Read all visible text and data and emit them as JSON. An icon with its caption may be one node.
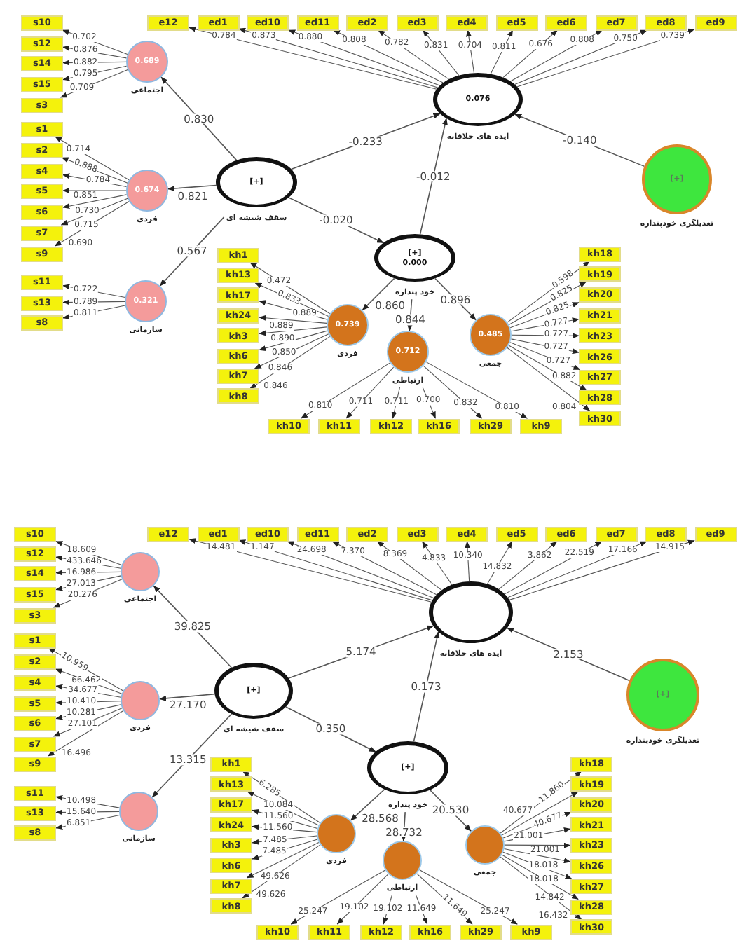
{
  "diagram": {
    "nodes": [
      {
        "text": [
          "s10"
        ]
      },
      {
        "text": [
          "s12"
        ]
      },
      {
        "text": [
          "s14"
        ]
      },
      {
        "text": [
          "s15"
        ]
      },
      {
        "text": [
          "s3"
        ]
      },
      {
        "text": [
          "0.689",
          "اجتماعی"
        ]
      },
      {
        "text": [
          "s1"
        ]
      },
      {
        "text": [
          "s2"
        ]
      },
      {
        "text": [
          "s4"
        ]
      },
      {
        "text": [
          "s5"
        ]
      },
      {
        "text": [
          "s6"
        ]
      },
      {
        "text": [
          "s7"
        ]
      },
      {
        "text": [
          "s9"
        ]
      },
      {
        "text": [
          "0.674",
          "فردی"
        ]
      },
      {
        "text": [
          "s11"
        ]
      },
      {
        "text": [
          "s13"
        ]
      },
      {
        "text": [
          "s8"
        ]
      },
      {
        "text": [
          "0.321",
          "سازمانی"
        ]
      },
      {
        "text": [
          "e12"
        ]
      },
      {
        "text": [
          "ed1"
        ]
      },
      {
        "text": [
          "ed10"
        ]
      },
      {
        "text": [
          "ed11"
        ]
      },
      {
        "text": [
          "ed2"
        ]
      },
      {
        "text": [
          "ed3"
        ]
      },
      {
        "text": [
          "ed4"
        ]
      },
      {
        "text": [
          "ed5"
        ]
      },
      {
        "text": [
          "ed6"
        ]
      },
      {
        "text": [
          "ed7"
        ]
      },
      {
        "text": [
          "ed8"
        ]
      },
      {
        "text": [
          "ed9"
        ]
      },
      {
        "text": [
          "0.076",
          "ایده های خلاقانه"
        ]
      },
      {
        "text": [
          "[+]",
          "سقف شیشه ای"
        ]
      },
      {
        "text": [
          "[+]",
          "تعدیلگری خودپنداره"
        ]
      },
      {
        "text": [
          "[+]",
          "0.000",
          "خود پنداره"
        ]
      },
      {
        "text": [
          "kh1"
        ]
      },
      {
        "text": [
          "kh13"
        ]
      },
      {
        "text": [
          "kh17"
        ]
      },
      {
        "text": [
          "kh24"
        ]
      },
      {
        "text": [
          "kh3"
        ]
      },
      {
        "text": [
          "kh6"
        ]
      },
      {
        "text": [
          "kh7"
        ]
      },
      {
        "text": [
          "kh8"
        ]
      },
      {
        "text": [
          "0.739",
          "فردی"
        ]
      },
      {
        "text": [
          "0.712",
          "ارتباطی"
        ]
      },
      {
        "text": [
          "kh10"
        ]
      },
      {
        "text": [
          "kh11"
        ]
      },
      {
        "text": [
          "kh12"
        ]
      },
      {
        "text": [
          "kh16"
        ]
      },
      {
        "text": [
          "kh29"
        ]
      },
      {
        "text": [
          "kh9"
        ]
      },
      {
        "text": [
          "0.485",
          "جمعی"
        ]
      },
      {
        "text": [
          "kh18"
        ]
      },
      {
        "text": [
          "kh19"
        ]
      },
      {
        "text": [
          "kh20"
        ]
      },
      {
        "text": [
          "kh21"
        ]
      },
      {
        "text": [
          "kh23"
        ]
      },
      {
        "text": [
          "kh26"
        ]
      },
      {
        "text": [
          "kh27"
        ]
      },
      {
        "text": [
          "kh28"
        ]
      },
      {
        "text": [
          "kh30"
        ]
      },
      {
        "text": [
          "s10"
        ]
      },
      {
        "text": [
          "s12"
        ]
      },
      {
        "text": [
          "s14"
        ]
      },
      {
        "text": [
          "s15"
        ]
      },
      {
        "text": [
          "s3"
        ]
      },
      {
        "text": [
          "اجتماعی"
        ]
      },
      {
        "text": [
          "s1"
        ]
      },
      {
        "text": [
          "s2"
        ]
      },
      {
        "text": [
          "s4"
        ]
      },
      {
        "text": [
          "s5"
        ]
      },
      {
        "text": [
          "s6"
        ]
      },
      {
        "text": [
          "s7"
        ]
      },
      {
        "text": [
          "s9"
        ]
      },
      {
        "text": [
          "فردی"
        ]
      },
      {
        "text": [
          "s11"
        ]
      },
      {
        "text": [
          "s13"
        ]
      },
      {
        "text": [
          "s8"
        ]
      },
      {
        "text": [
          "سازمانی"
        ]
      },
      {
        "text": [
          "e12"
        ]
      },
      {
        "text": [
          "ed1"
        ]
      },
      {
        "text": [
          "ed10"
        ]
      },
      {
        "text": [
          "ed11"
        ]
      },
      {
        "text": [
          "ed2"
        ]
      },
      {
        "text": [
          "ed3"
        ]
      },
      {
        "text": [
          "ed4"
        ]
      },
      {
        "text": [
          "ed5"
        ]
      },
      {
        "text": [
          "ed6"
        ]
      },
      {
        "text": [
          "ed7"
        ]
      },
      {
        "text": [
          "ed8"
        ]
      },
      {
        "text": [
          "ed9"
        ]
      },
      {
        "text": [
          "ایده های خلاقانه"
        ]
      },
      {
        "text": [
          "[+]",
          "سقف شیشه ای"
        ]
      },
      {
        "text": [
          "[+]",
          "تعدیلگری خودپنداره"
        ]
      },
      {
        "text": [
          "[+]",
          "خود پنداره"
        ]
      },
      {
        "text": [
          "kh1"
        ]
      },
      {
        "text": [
          "kh13"
        ]
      },
      {
        "text": [
          "kh17"
        ]
      },
      {
        "text": [
          "kh24"
        ]
      },
      {
        "text": [
          "kh3"
        ]
      },
      {
        "text": [
          "kh6"
        ]
      },
      {
        "text": [
          "kh7"
        ]
      },
      {
        "text": [
          "kh8"
        ]
      },
      {
        "text": [
          "فردی"
        ]
      },
      {
        "text": [
          "ارتباطی"
        ]
      },
      {
        "text": [
          "kh10"
        ]
      },
      {
        "text": [
          "kh11"
        ]
      },
      {
        "text": [
          "kh12"
        ]
      },
      {
        "text": [
          "kh16"
        ]
      },
      {
        "text": [
          "kh29"
        ]
      },
      {
        "text": [
          "kh9"
        ]
      },
      {
        "text": [
          "جمعی"
        ]
      },
      {
        "text": [
          "kh18"
        ]
      },
      {
        "text": [
          "kh19"
        ]
      },
      {
        "text": [
          "kh20"
        ]
      },
      {
        "text": [
          "kh21"
        ]
      },
      {
        "text": [
          "kh23"
        ]
      },
      {
        "text": [
          "kh26"
        ]
      },
      {
        "text": [
          "kh27"
        ]
      },
      {
        "text": [
          "kh28"
        ]
      },
      {
        "text": [
          "kh30"
        ]
      }
    ],
    "edges": [
      {
        "from": 5,
        "to": 0,
        "arrow": "to",
        "label": "0.702"
      },
      {
        "from": 5,
        "to": 1,
        "arrow": "to",
        "label": "0.876"
      },
      {
        "from": 5,
        "to": 2,
        "arrow": "to",
        "label": "0.882"
      },
      {
        "from": 5,
        "to": 3,
        "arrow": "to",
        "label": "0.795"
      },
      {
        "from": 5,
        "to": 4,
        "arrow": "to",
        "label": "0.709"
      },
      {
        "from": 13,
        "to": 6,
        "arrow": "to",
        "label": "0.714"
      },
      {
        "from": 13,
        "to": 7,
        "arrow": "to",
        "label": "0.888"
      },
      {
        "from": 13,
        "to": 8,
        "arrow": "to",
        "label": "0.784"
      },
      {
        "from": 13,
        "to": 9,
        "arrow": "to",
        "label": "0.851"
      },
      {
        "from": 13,
        "to": 10,
        "arrow": "to",
        "label": "0.730"
      },
      {
        "from": 13,
        "to": 11,
        "arrow": "to",
        "label": "0.715"
      },
      {
        "from": 13,
        "to": 12,
        "arrow": "to",
        "label": "0.690"
      },
      {
        "from": 17,
        "to": 14,
        "arrow": "to",
        "label": "0.722"
      },
      {
        "from": 17,
        "to": 15,
        "arrow": "to",
        "label": "0.789"
      },
      {
        "from": 17,
        "to": 16,
        "arrow": "to",
        "label": "0.811"
      },
      {
        "from": 30,
        "to": 18,
        "arrow": "to",
        "label": "0.784"
      },
      {
        "from": 30,
        "to": 19,
        "arrow": "to",
        "label": "0.873"
      },
      {
        "from": 30,
        "to": 20,
        "arrow": "to",
        "label": "0.880"
      },
      {
        "from": 30,
        "to": 21,
        "arrow": "to",
        "label": "0.808"
      },
      {
        "from": 30,
        "to": 22,
        "arrow": "to",
        "label": "0.782"
      },
      {
        "from": 30,
        "to": 23,
        "arrow": "to",
        "label": "0.831"
      },
      {
        "from": 30,
        "to": 24,
        "arrow": "to",
        "label": "0.704"
      },
      {
        "from": 30,
        "to": 25,
        "arrow": "to",
        "label": "0.811"
      },
      {
        "from": 30,
        "to": 26,
        "arrow": "to",
        "label": "0.676"
      },
      {
        "from": 30,
        "to": 27,
        "arrow": "to",
        "label": "0.808"
      },
      {
        "from": 30,
        "to": 28,
        "arrow": "to",
        "label": "0.750"
      },
      {
        "from": 30,
        "to": 29,
        "arrow": "to",
        "label": "0.739"
      },
      {
        "from": 42,
        "to": 34,
        "arrow": "to",
        "label": "0.472"
      },
      {
        "from": 42,
        "to": 35,
        "arrow": "to",
        "label": "0.833"
      },
      {
        "from": 42,
        "to": 36,
        "arrow": "to",
        "label": "0.889"
      },
      {
        "from": 42,
        "to": 37,
        "arrow": "to",
        "label": "0.889"
      },
      {
        "from": 42,
        "to": 38,
        "arrow": "to",
        "label": "0.890"
      },
      {
        "from": 42,
        "to": 39,
        "arrow": "to",
        "label": "0.850"
      },
      {
        "from": 42,
        "to": 40,
        "arrow": "to",
        "label": "0.846"
      },
      {
        "from": 42,
        "to": 41,
        "arrow": "to",
        "label": "0.846"
      },
      {
        "from": 43,
        "to": 44,
        "arrow": "to",
        "label": "0.810"
      },
      {
        "from": 43,
        "to": 45,
        "arrow": "to",
        "label": "0.711"
      },
      {
        "from": 43,
        "to": 46,
        "arrow": "to",
        "label": "0.711"
      },
      {
        "from": 43,
        "to": 47,
        "arrow": "to",
        "label": "0.700"
      },
      {
        "from": 43,
        "to": 48,
        "arrow": "to",
        "label": "0.832"
      },
      {
        "from": 43,
        "to": 49,
        "arrow": "to",
        "label": "0.810"
      },
      {
        "from": 50,
        "to": 51,
        "arrow": "to",
        "label": "0.598"
      },
      {
        "from": 50,
        "to": 52,
        "arrow": "to",
        "label": "0.825"
      },
      {
        "from": 50,
        "to": 53,
        "arrow": "to",
        "label": "0.825"
      },
      {
        "from": 50,
        "to": 54,
        "arrow": "to",
        "label": "0.727"
      },
      {
        "from": 50,
        "to": 55,
        "arrow": "to",
        "label": "0.727"
      },
      {
        "from": 50,
        "to": 56,
        "arrow": "to",
        "label": "0.727"
      },
      {
        "from": 50,
        "to": 57,
        "arrow": "to",
        "label": "0.727"
      },
      {
        "from": 50,
        "to": 58,
        "arrow": "to",
        "label": "0.882"
      },
      {
        "from": 50,
        "to": 59,
        "arrow": "to",
        "label": "0.804"
      },
      {
        "from": 31,
        "to": 5,
        "arrow": "to",
        "label": "0.830"
      },
      {
        "from": 31,
        "to": 13,
        "arrow": "to",
        "label": "0.821"
      },
      {
        "from": 31,
        "to": 17,
        "arrow": "to",
        "label": "0.567"
      },
      {
        "from": 31,
        "to": 30,
        "arrow": "to",
        "label": "-0.233"
      },
      {
        "from": 31,
        "to": 33,
        "arrow": "to",
        "label": "-0.020"
      },
      {
        "from": 33,
        "to": 30,
        "arrow": "to",
        "label": "-0.012"
      },
      {
        "from": 32,
        "to": 30,
        "arrow": "to",
        "label": "-0.140"
      },
      {
        "from": 33,
        "to": 42,
        "arrow": "to",
        "label": "0.860"
      },
      {
        "from": 33,
        "to": 43,
        "arrow": "to",
        "label": "0.844"
      },
      {
        "from": 33,
        "to": 50,
        "arrow": "to",
        "label": "0.896"
      },
      {
        "from": 65,
        "to": 60,
        "arrow": "to",
        "label": "18.609"
      },
      {
        "from": 65,
        "to": 61,
        "arrow": "to",
        "label": "433.646"
      },
      {
        "from": 65,
        "to": 62,
        "arrow": "to",
        "label": "16.986"
      },
      {
        "from": 65,
        "to": 63,
        "arrow": "to",
        "label": "27.013"
      },
      {
        "from": 65,
        "to": 64,
        "arrow": "to",
        "label": "20.276"
      },
      {
        "from": 73,
        "to": 66,
        "arrow": "to",
        "label": "10.959"
      },
      {
        "from": 73,
        "to": 67,
        "arrow": "to",
        "label": "66.462"
      },
      {
        "from": 73,
        "to": 68,
        "arrow": "to",
        "label": "34.677"
      },
      {
        "from": 73,
        "to": 69,
        "arrow": "to",
        "label": "10.410"
      },
      {
        "from": 73,
        "to": 70,
        "arrow": "to",
        "label": "10.281"
      },
      {
        "from": 73,
        "to": 71,
        "arrow": "to",
        "label": "27.101"
      },
      {
        "from": 73,
        "to": 72,
        "arrow": "to",
        "label": "16.496"
      },
      {
        "from": 77,
        "to": 74,
        "arrow": "to",
        "label": "10.498"
      },
      {
        "from": 77,
        "to": 75,
        "arrow": "to",
        "label": "15.640"
      },
      {
        "from": 77,
        "to": 76,
        "arrow": "to",
        "label": "6.851"
      },
      {
        "from": 90,
        "to": 78,
        "arrow": "to",
        "label": "14.481"
      },
      {
        "from": 90,
        "to": 79,
        "arrow": "to",
        "label": "1.147"
      },
      {
        "from": 90,
        "to": 80,
        "arrow": "to",
        "label": "24.698"
      },
      {
        "from": 90,
        "to": 81,
        "arrow": "to",
        "label": "7.370"
      },
      {
        "from": 90,
        "to": 82,
        "arrow": "to",
        "label": "8.369"
      },
      {
        "from": 90,
        "to": 83,
        "arrow": "to",
        "label": "4.833"
      },
      {
        "from": 90,
        "to": 84,
        "arrow": "to",
        "label": "10.340"
      },
      {
        "from": 90,
        "to": 85,
        "arrow": "to",
        "label": "14.832"
      },
      {
        "from": 90,
        "to": 86,
        "arrow": "to",
        "label": "3.862"
      },
      {
        "from": 90,
        "to": 87,
        "arrow": "to",
        "label": "22.519"
      },
      {
        "from": 90,
        "to": 88,
        "arrow": "to",
        "label": "17.166"
      },
      {
        "from": 90,
        "to": 89,
        "arrow": "to",
        "label": "14.915"
      },
      {
        "from": 102,
        "to": 94,
        "arrow": "to",
        "label": "6.285"
      },
      {
        "from": 102,
        "to": 95,
        "arrow": "to",
        "label": "10.084"
      },
      {
        "from": 102,
        "to": 96,
        "arrow": "to",
        "label": "11.560"
      },
      {
        "from": 102,
        "to": 97,
        "arrow": "to",
        "label": "11.560"
      },
      {
        "from": 102,
        "to": 98,
        "arrow": "to",
        "label": "7.485"
      },
      {
        "from": 102,
        "to": 99,
        "arrow": "to",
        "label": "7.485"
      },
      {
        "from": 102,
        "to": 100,
        "arrow": "to",
        "label": "49.626"
      },
      {
        "from": 102,
        "to": 101,
        "arrow": "to",
        "label": "49.626"
      },
      {
        "from": 103,
        "to": 104,
        "arrow": "to",
        "label": "25.247"
      },
      {
        "from": 103,
        "to": 105,
        "arrow": "to",
        "label": "19.102"
      },
      {
        "from": 103,
        "to": 106,
        "arrow": "to",
        "label": "19.102"
      },
      {
        "from": 103,
        "to": 107,
        "arrow": "to",
        "label": "11.649"
      },
      {
        "from": 103,
        "to": 108,
        "arrow": "to",
        "label": "11.649"
      },
      {
        "from": 103,
        "to": 109,
        "arrow": "to",
        "label": "25.247"
      },
      {
        "from": 110,
        "to": 111,
        "arrow": "to",
        "label": "11.860"
      },
      {
        "from": 110,
        "to": 112,
        "arrow": "to",
        "label": "40.677"
      },
      {
        "from": 110,
        "to": 113,
        "arrow": "to",
        "label": "40.677"
      },
      {
        "from": 110,
        "to": 114,
        "arrow": "to",
        "label": "21.001"
      },
      {
        "from": 110,
        "to": 115,
        "arrow": "to",
        "label": "21.001"
      },
      {
        "from": 110,
        "to": 116,
        "arrow": "to",
        "label": "18.018"
      },
      {
        "from": 110,
        "to": 117,
        "arrow": "to",
        "label": "18.018"
      },
      {
        "from": 110,
        "to": 118,
        "arrow": "to",
        "label": "14.842"
      },
      {
        "from": 110,
        "to": 119,
        "arrow": "to",
        "label": "16.432"
      },
      {
        "from": 91,
        "to": 65,
        "arrow": "to",
        "label": "39.825"
      },
      {
        "from": 91,
        "to": 73,
        "arrow": "to",
        "label": "27.170"
      },
      {
        "from": 91,
        "to": 77,
        "arrow": "to",
        "label": "13.315"
      },
      {
        "from": 91,
        "to": 90,
        "arrow": "to",
        "label": "5.174"
      },
      {
        "from": 91,
        "to": 93,
        "arrow": "to",
        "label": "0.350"
      },
      {
        "from": 93,
        "to": 90,
        "arrow": "to",
        "label": "0.173"
      },
      {
        "from": 92,
        "to": 90,
        "arrow": "to",
        "label": "2.153"
      },
      {
        "from": 93,
        "to": 102,
        "arrow": "to",
        "label": "28.568"
      },
      {
        "from": 93,
        "to": 103,
        "arrow": "to",
        "label": "28.732"
      },
      {
        "from": 93,
        "to": 110,
        "arrow": "to",
        "label": "20.530"
      }
    ]
  }
}
